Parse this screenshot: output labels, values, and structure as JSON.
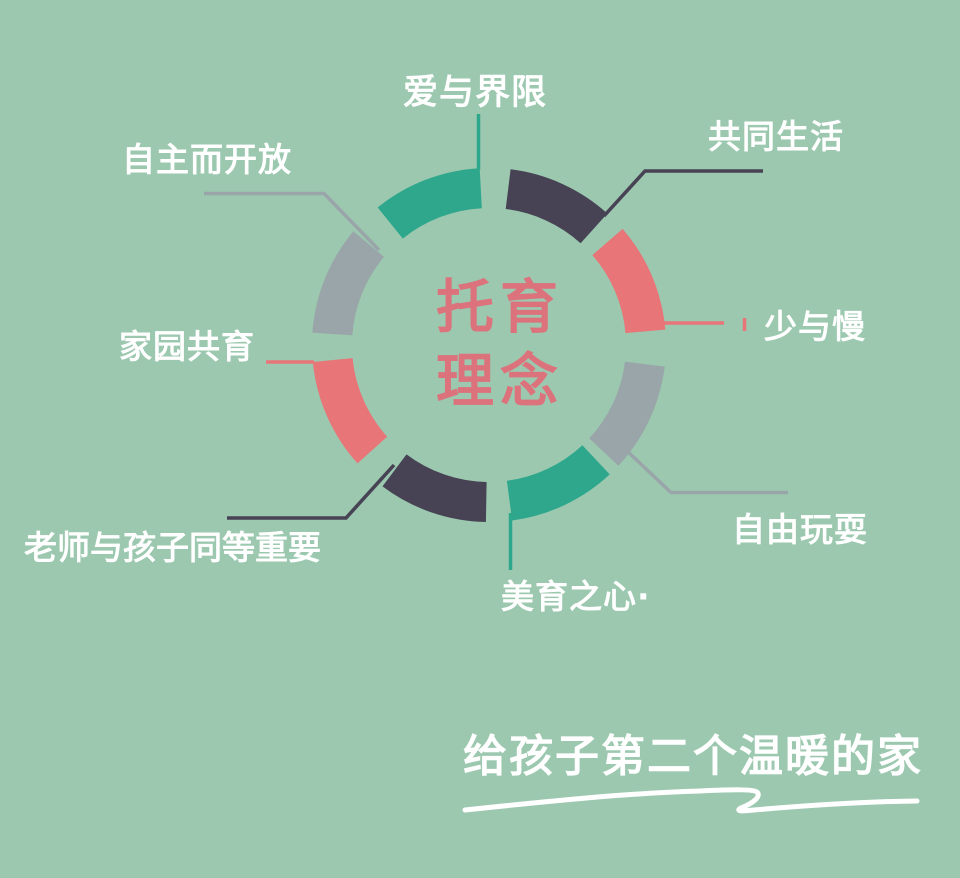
{
  "colors": {
    "bg": "#9BC8AF",
    "teal": "#2EA78C",
    "navy": "#474254",
    "coral": "#E87578",
    "gray": "#9AA5A9",
    "title": "#DC737C",
    "label": "#FFFFFF"
  },
  "title": {
    "line1": "托育",
    "line2": "理念"
  },
  "ring": {
    "items": [
      {
        "text": "爱与界限",
        "color": "teal",
        "position": "top"
      },
      {
        "text": "共同生活",
        "color": "navy",
        "position": "top-right"
      },
      {
        "text": "少与慢",
        "color": "coral",
        "position": "right"
      },
      {
        "text": "自由玩耍",
        "color": "gray",
        "position": "bottom-right"
      },
      {
        "text": "美育之心·",
        "color": "teal",
        "position": "bottom"
      },
      {
        "text": "老师与孩子同等重要",
        "color": "navy",
        "position": "bottom-left"
      },
      {
        "text": "家园共育",
        "color": "coral",
        "position": "left"
      },
      {
        "text": "自主而开放",
        "color": "gray",
        "position": "top-left"
      }
    ]
  },
  "slogan": {
    "text": "给孩子第二个温暖的家"
  }
}
